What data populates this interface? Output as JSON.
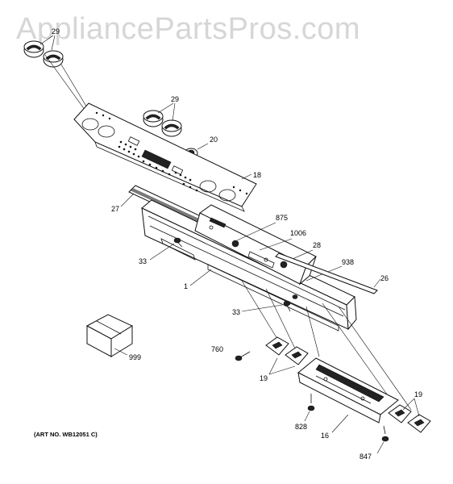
{
  "watermark": "AppliancePartsPros.com",
  "art_number": "(ART NO. WB12051 C)",
  "callouts": {
    "c29_top": "29",
    "c29_mid": "29",
    "c20": "20",
    "c18": "18",
    "c27": "27",
    "c875": "875",
    "c1006": "1006",
    "c28": "28",
    "c938": "938",
    "c26": "26",
    "c33_a": "33",
    "c1": "1",
    "c33_b": "33",
    "c760": "760",
    "c999": "999",
    "c19_a": "19",
    "c19_b": "19",
    "c828": "828",
    "c16": "16",
    "c847": "847"
  }
}
